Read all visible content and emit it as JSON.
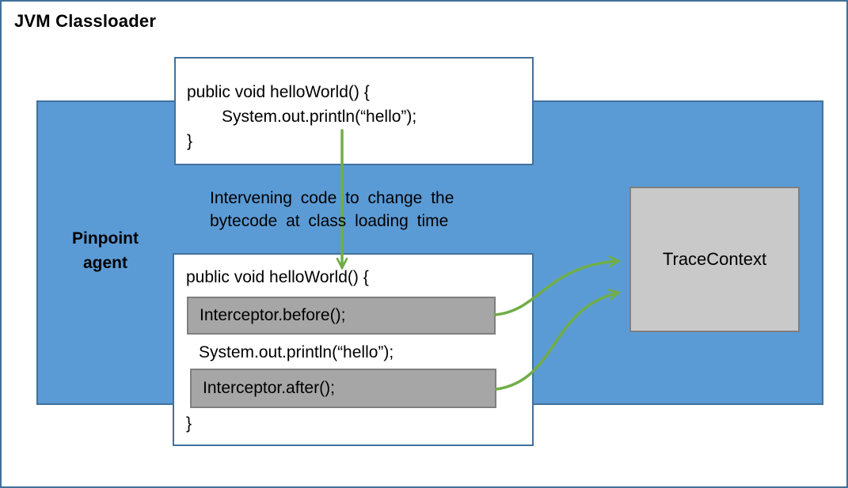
{
  "title": "JVM Classloader",
  "agent": {
    "label": "Pinpoint agent"
  },
  "annotation": {
    "line1": "Intervening code to change the",
    "line2": "bytecode at class loading time"
  },
  "source_code_box": {
    "line1": "public void helloWorld() {",
    "line2": "System.out.println(“hello”);",
    "line3": "}"
  },
  "instrumented_code_box": {
    "line1": "public void helloWorld() {",
    "interceptor_before": "Interceptor.before();",
    "line2": "System.out.println(“hello”);",
    "interceptor_after": "Interceptor.after();",
    "line3": "}"
  },
  "trace_context": {
    "label": "TraceContext"
  },
  "colors": {
    "blue_fill": "#5b9bd5",
    "blue_border": "#41719c",
    "gray_fill": "#a6a6a6",
    "gray_border": "#7f7f7f",
    "trace_fill": "#c9c9c9",
    "trace_border": "#7f7f7f",
    "arrow_green": "#70ad47",
    "text": "#000000"
  }
}
